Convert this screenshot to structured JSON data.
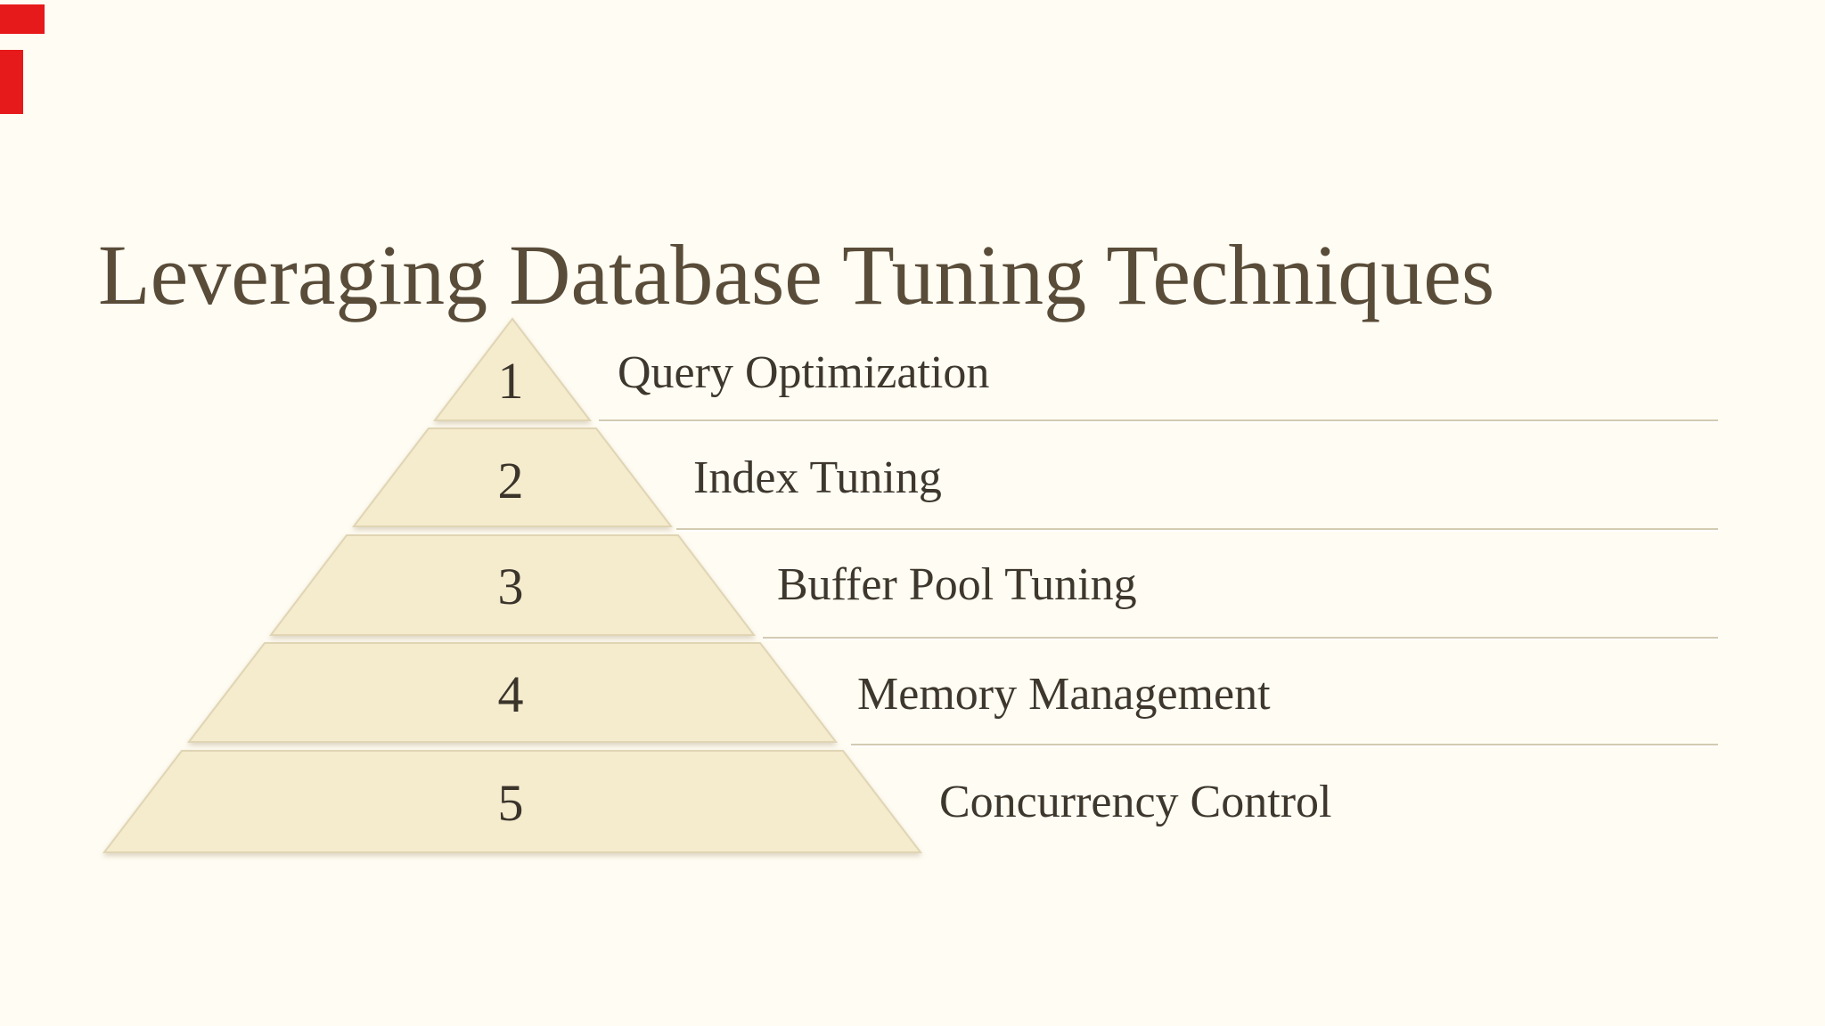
{
  "page": {
    "background_color": "#fffcf3",
    "red_mark_color": "#e61a1a",
    "separator_color": "#d3cbb1"
  },
  "title": {
    "text": "Leveraging Database Tuning Techniques",
    "color": "#594c39"
  },
  "pyramid": {
    "fill": "#f5ebcd",
    "border": "#e0d5b4",
    "number_color": "#3a342b",
    "label_color": "#3d372d",
    "levels": [
      {
        "number": "1",
        "label": "Query Optimization"
      },
      {
        "number": "2",
        "label": "Index Tuning"
      },
      {
        "number": "3",
        "label": "Buffer Pool Tuning"
      },
      {
        "number": "4",
        "label": "Memory Management"
      },
      {
        "number": "5",
        "label": "Concurrency Control"
      }
    ]
  }
}
